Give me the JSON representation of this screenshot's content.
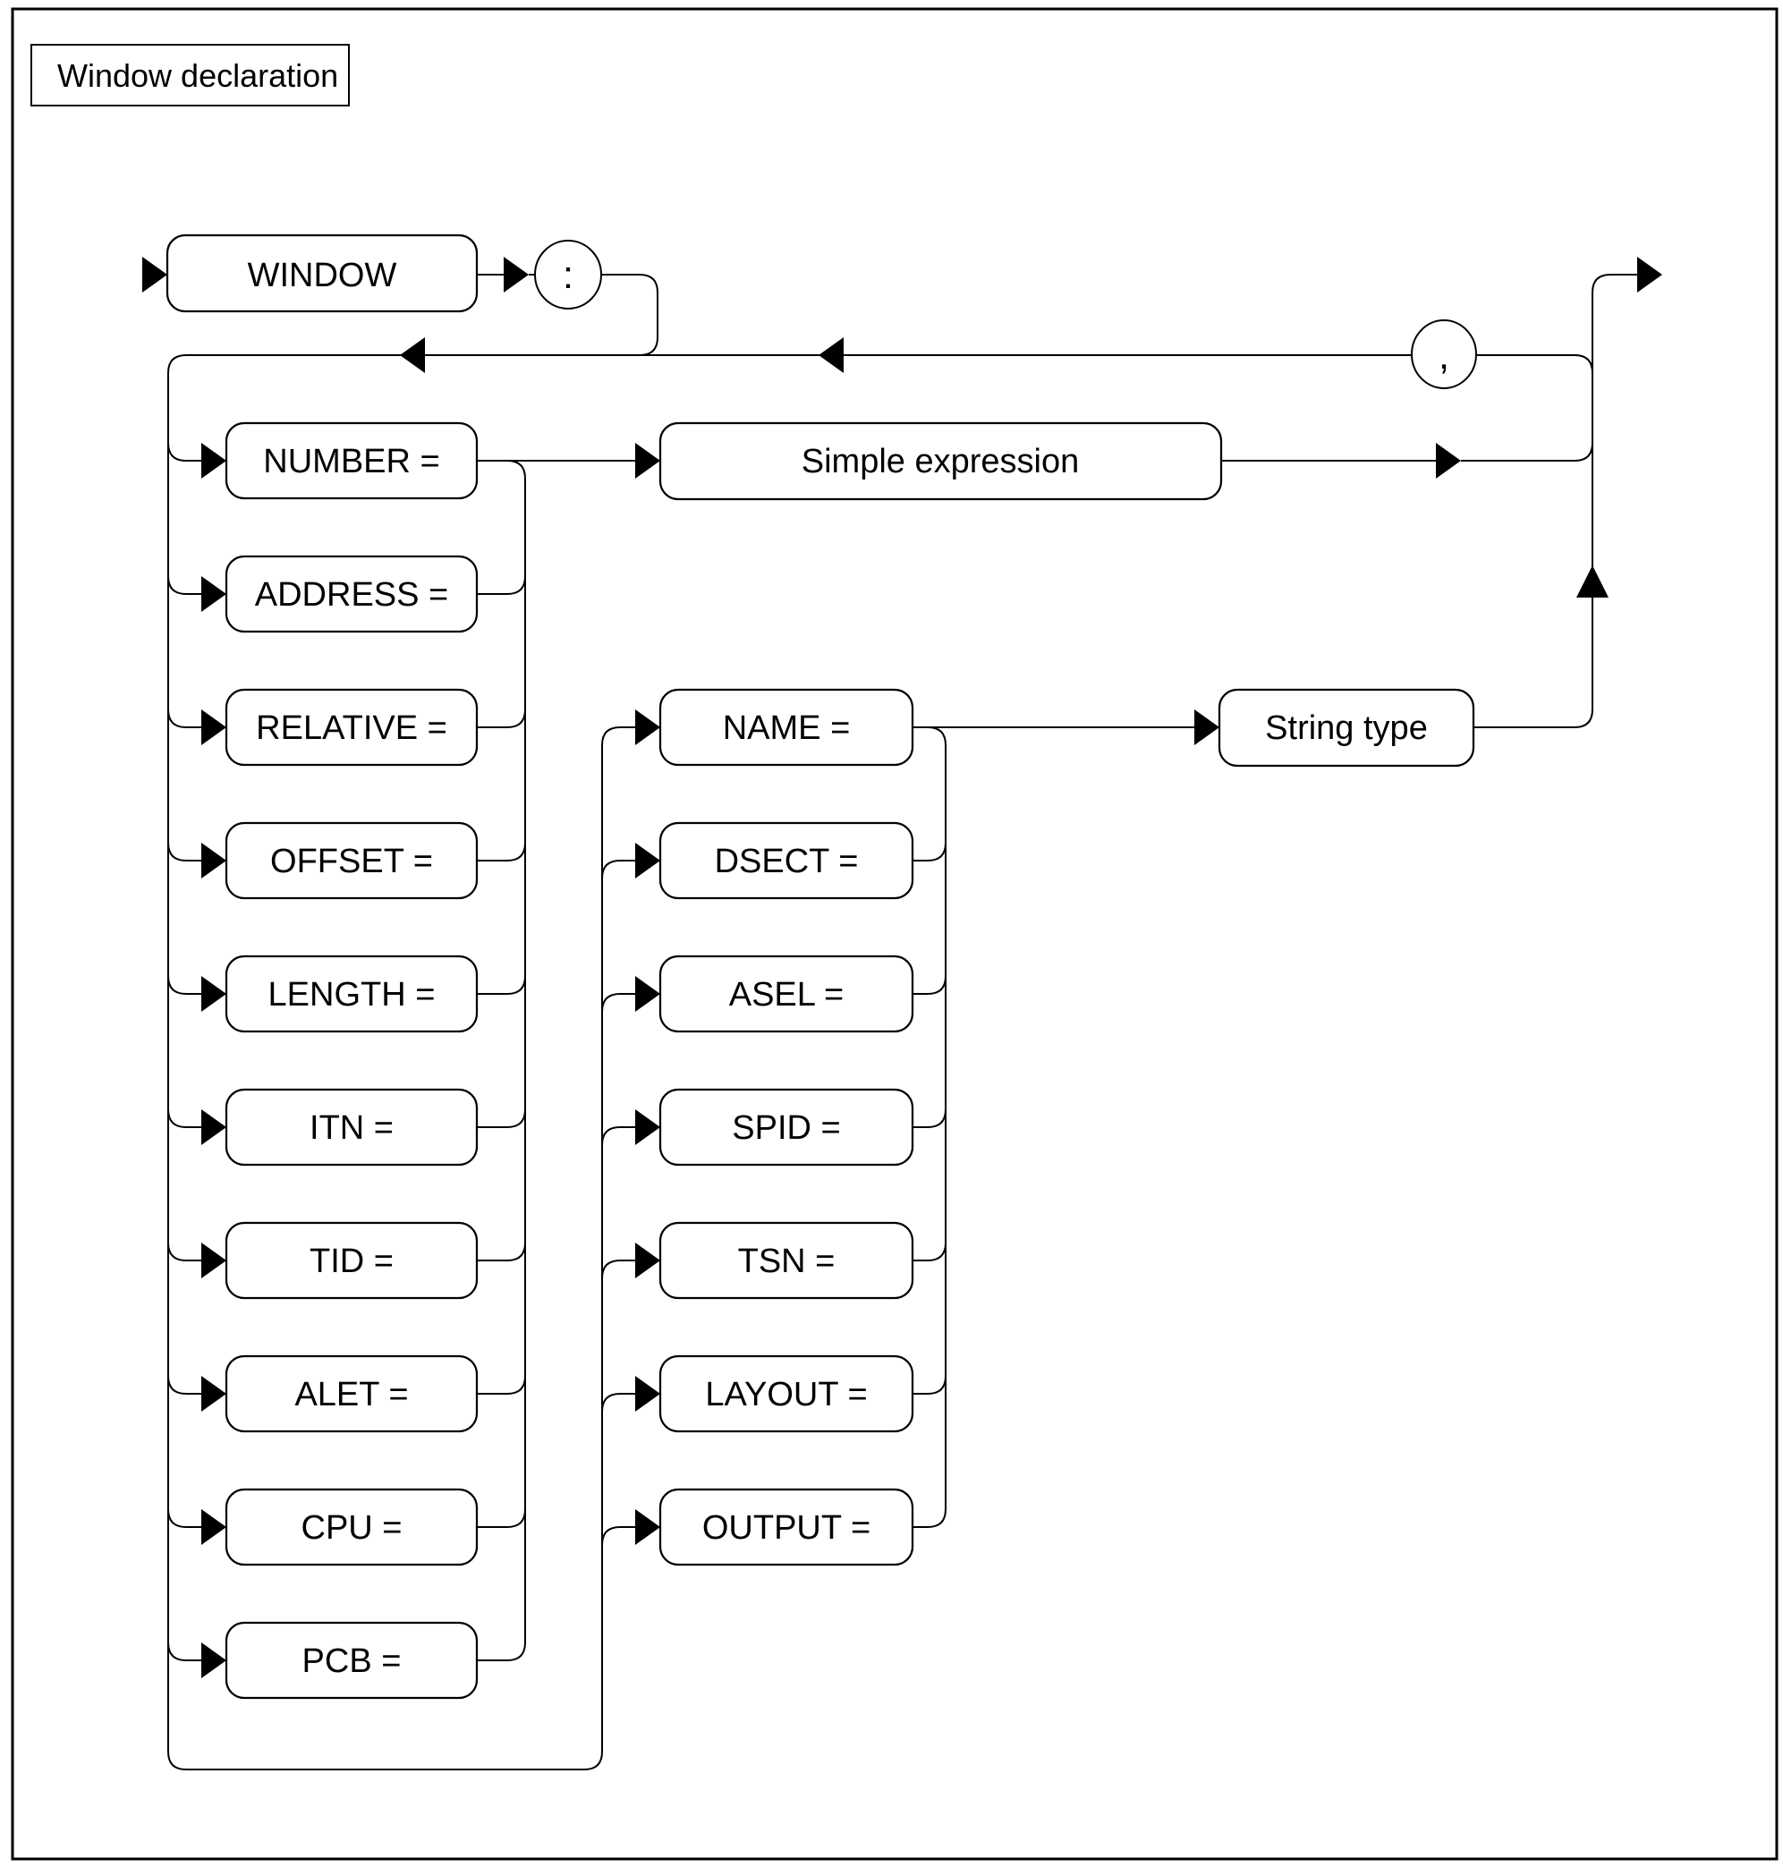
{
  "diagram": {
    "title": "Window declaration",
    "start_keyword": "WINDOW",
    "separators": {
      "colon": ":",
      "comma": ","
    },
    "references": {
      "simple_expression": "Simple expression",
      "string_type": "String type"
    },
    "left_options": [
      "NUMBER =",
      "ADDRESS =",
      "RELATIVE =",
      "OFFSET =",
      "LENGTH =",
      "ITN =",
      "TID =",
      "ALET =",
      "CPU =",
      "PCB ="
    ],
    "right_options": [
      "NAME =",
      "DSECT =",
      "ASEL =",
      "SPID =",
      "TSN =",
      "LAYOUT =",
      "OUTPUT ="
    ],
    "colors": {
      "line": "#000000",
      "background": "#ffffff"
    }
  }
}
